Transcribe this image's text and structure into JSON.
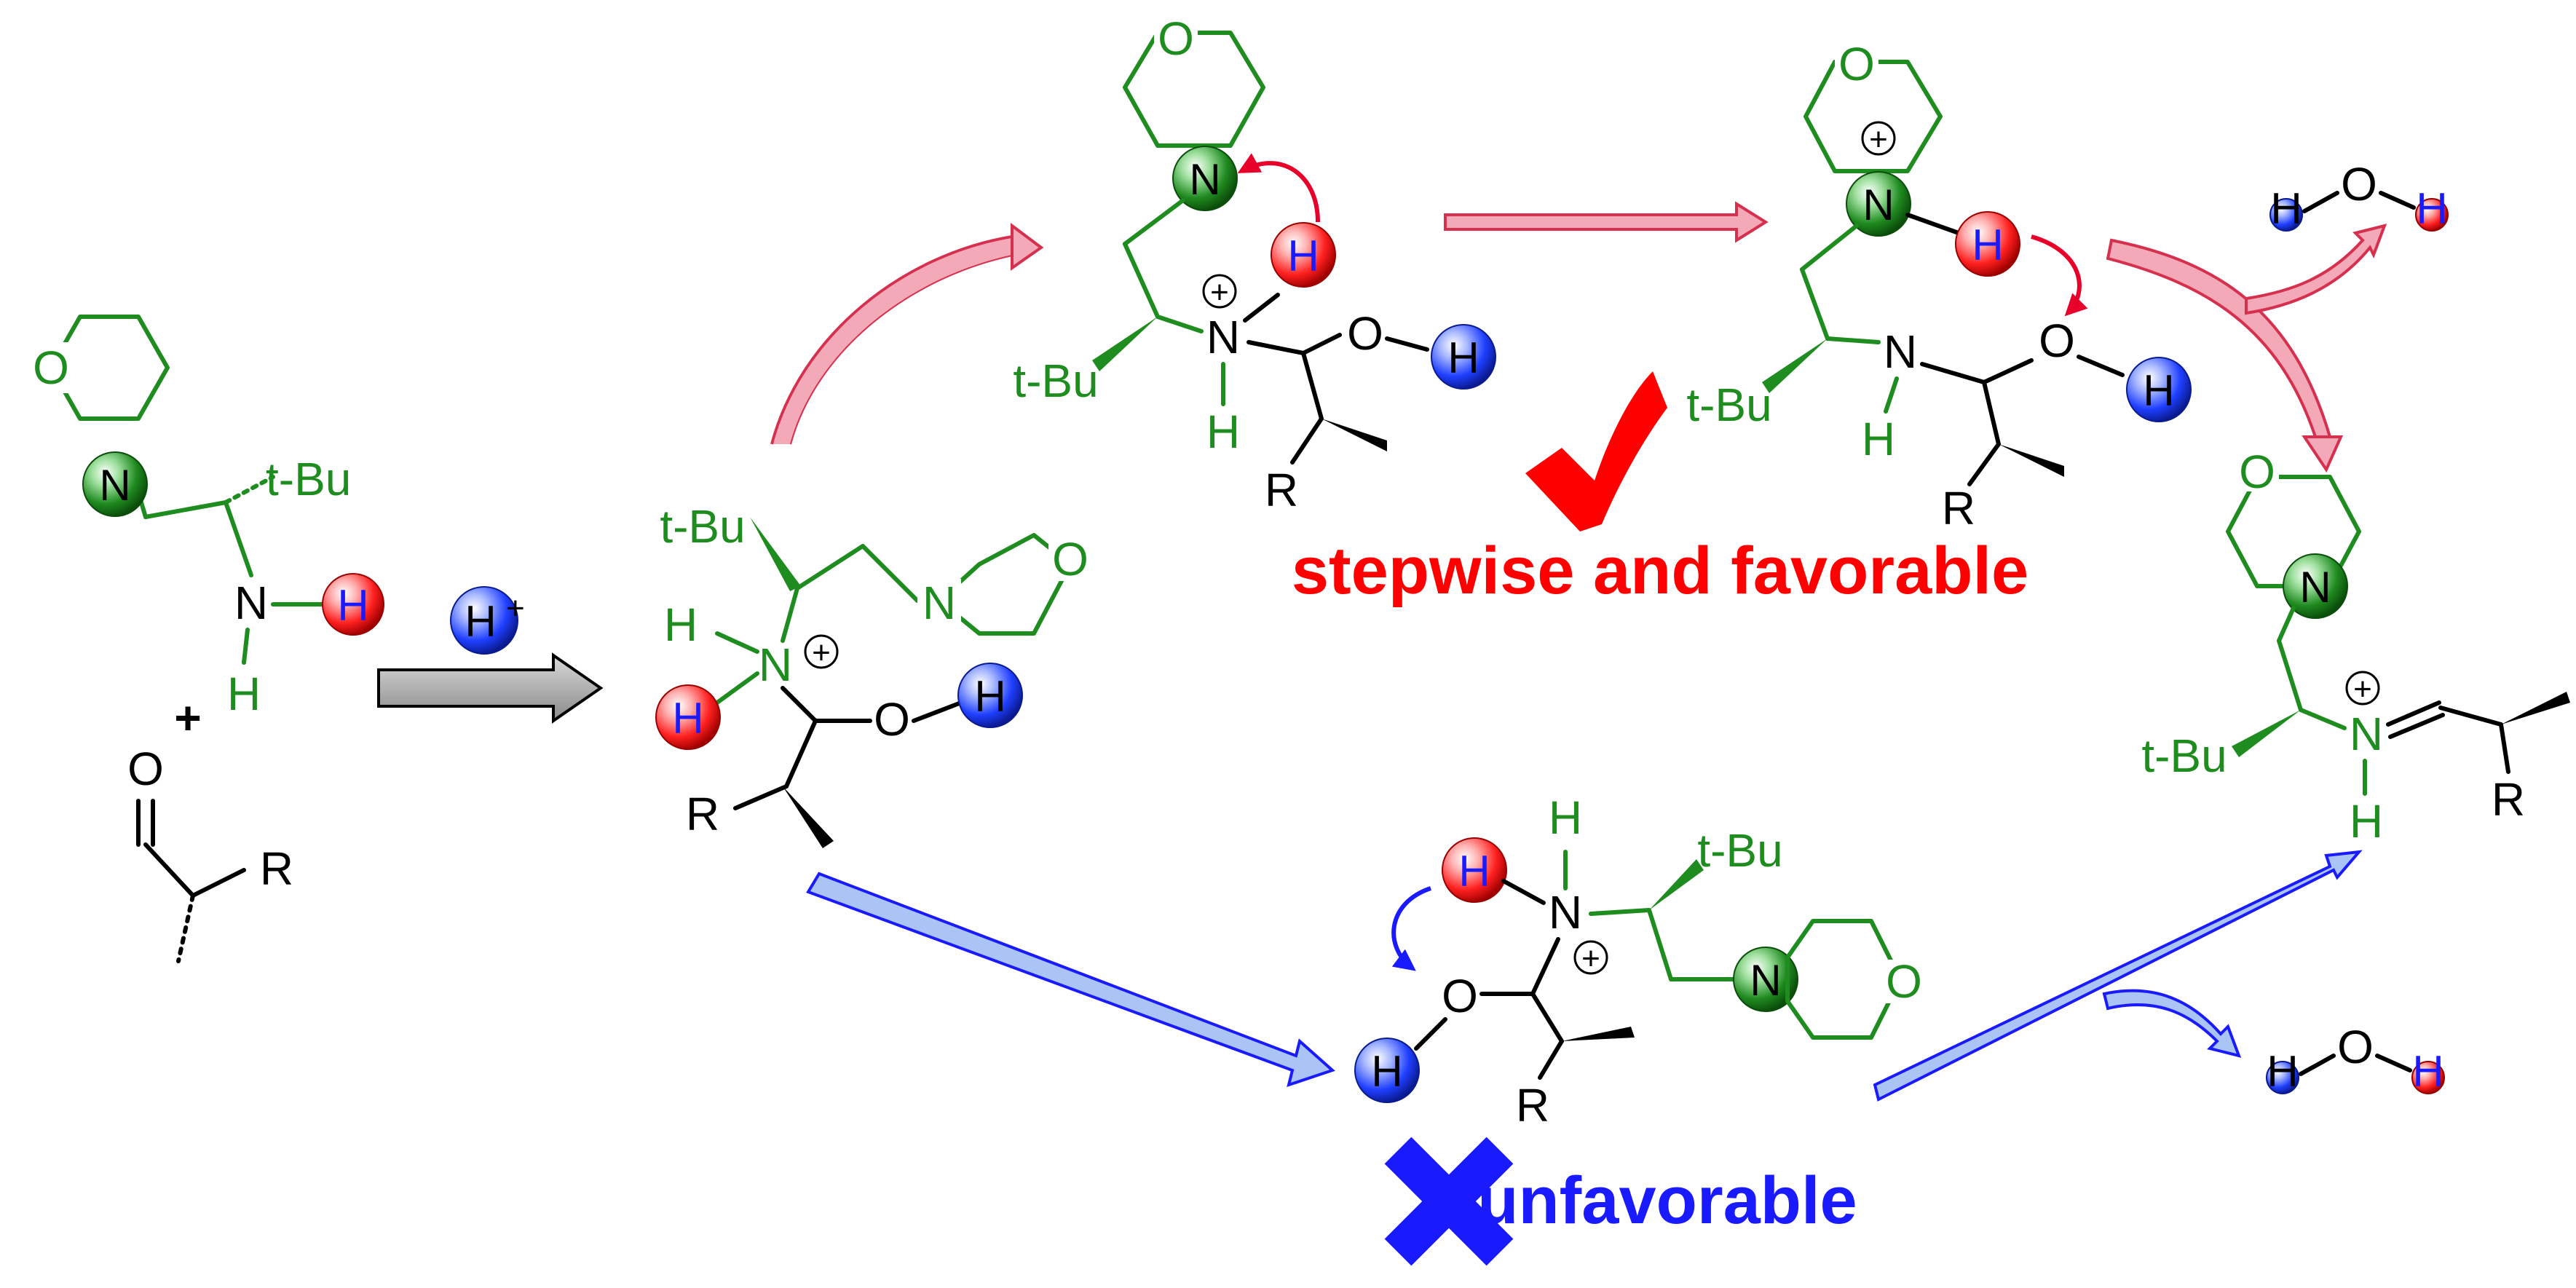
{
  "atoms": {
    "n": "N",
    "o": "O",
    "h": "H",
    "r": "R",
    "tbu": "t-Bu",
    "hplus": "H+",
    "plus_sign": "+",
    "charge": "+"
  },
  "labels": {
    "favorable": "stepwise and favorable",
    "unfavorable": "unfavorable"
  },
  "colors": {
    "skeleton_green": "#1e8c1e",
    "bond_black": "#000000",
    "red_arrow": "#e8002a",
    "pink_arrow_fill": "#f4a9b8",
    "blue_arrow_fill": "#a9c4f5",
    "blue_text": "#1a1aff",
    "red_ball": "#ff2020",
    "blue_ball": "#1f3fff",
    "green_ball": "#1f8a1f",
    "check_red": "#ff0000"
  },
  "icons": {
    "favorable_mark": "checkmark-icon",
    "unfavorable_mark": "cross-icon"
  }
}
